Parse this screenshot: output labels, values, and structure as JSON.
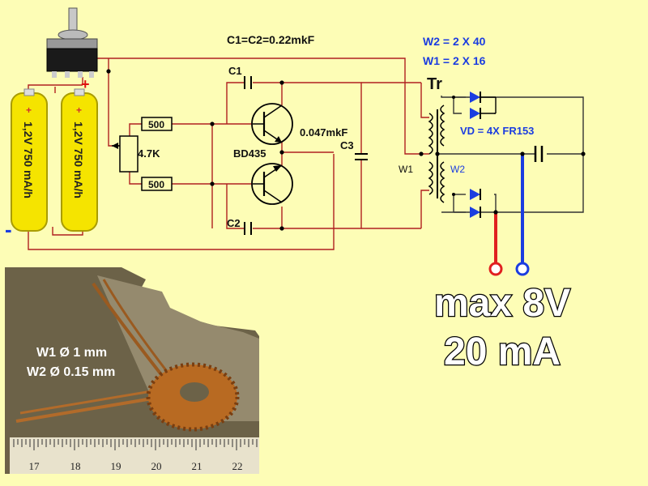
{
  "labels": {
    "c1_eq_c2": "C1=C2=0.22mkF",
    "w2_turns": "W2 = 2 X 40",
    "w1_turns": "W1 = 2 X 16",
    "transformer": "Tr",
    "c1": "C1",
    "c2": "C2",
    "c3": "C3",
    "cap_value": "0.047mkF",
    "transistor": "BD435",
    "pot": "4.7K",
    "r_top": "500",
    "r_bottom": "500",
    "vd": "VD = 4X FR153",
    "w1": "W1",
    "w2": "W2",
    "battery1": "1,2V 750 mA/h",
    "battery2": "1,2V 750 mA/h",
    "plus": "+",
    "minus": "-",
    "max_voltage": "max 8V",
    "max_current": "20 mA"
  },
  "photo": {
    "w1_wire": "W1 Ø 1 mm",
    "w2_wire": "W2 Ø 0.15 mm",
    "ruler_ticks": [
      "17",
      "18",
      "19",
      "20",
      "21",
      "22"
    ]
  },
  "colors": {
    "background": "#fdfdb6",
    "wire": "#b02020",
    "output_positive": "#e02020",
    "output_negative": "#1b3de0",
    "battery": "#f5e400"
  }
}
